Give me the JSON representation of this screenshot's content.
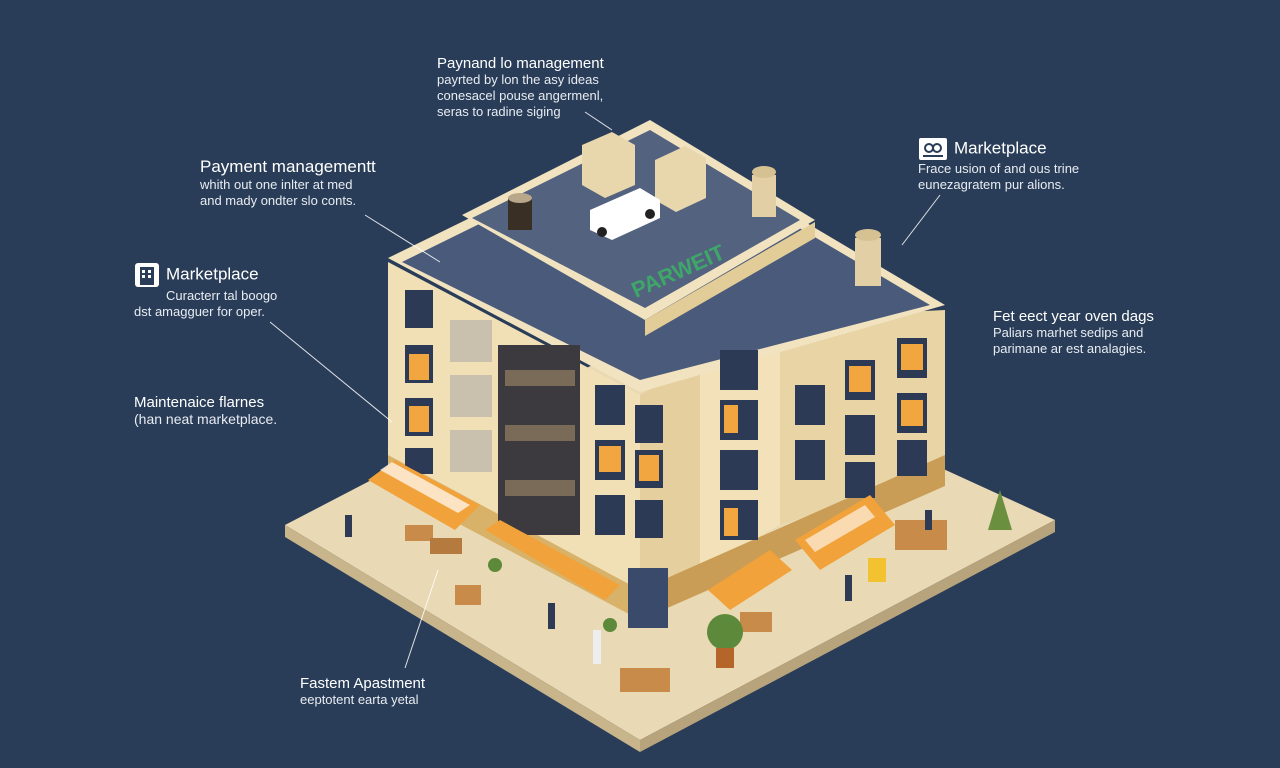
{
  "annotations": {
    "top": {
      "title": "Paynand lo management",
      "lines": [
        "payrted by lon the asy ideas",
        "conesacel pouse angermenl,",
        "seras to radine siging"
      ]
    },
    "left_upper": {
      "title": "Payment managementt",
      "lines": [
        "whith out one inlter at med",
        "and mady ondter slo conts."
      ]
    },
    "left_market": {
      "title": "Marketplace",
      "lines": [
        "Curacterr tal boogo",
        "dst amagguer for oper."
      ]
    },
    "left_maint": {
      "title": "Maintenaice flarnes",
      "lines": [
        "(han neat marketplace."
      ]
    },
    "bottom": {
      "title": "Fastem Apastment",
      "lines": [
        "eeptotent earta yetal"
      ]
    },
    "right_market": {
      "title": "Marketplace",
      "lines": [
        "Frace usion of and ous trine",
        "eunezagratem pur alions."
      ]
    },
    "right_mid": {
      "title": "Fet eect year oven dags",
      "lines": [
        "Paliars marhet sedips and",
        "parimane ar est analagies."
      ]
    }
  },
  "building": {
    "roof_sign": "PARWEIT"
  },
  "icons": {
    "left_market_icon": "building-icon",
    "right_market_icon": "people-card-icon"
  },
  "colors": {
    "background": "#2a3d58",
    "facade": "#f0dfb4",
    "roof": "#4a5a7a",
    "awning_orange": "#f2a23a",
    "window_glow": "#f2a640",
    "ground": "#e8d8b5",
    "sign_green": "#3fa66a"
  }
}
